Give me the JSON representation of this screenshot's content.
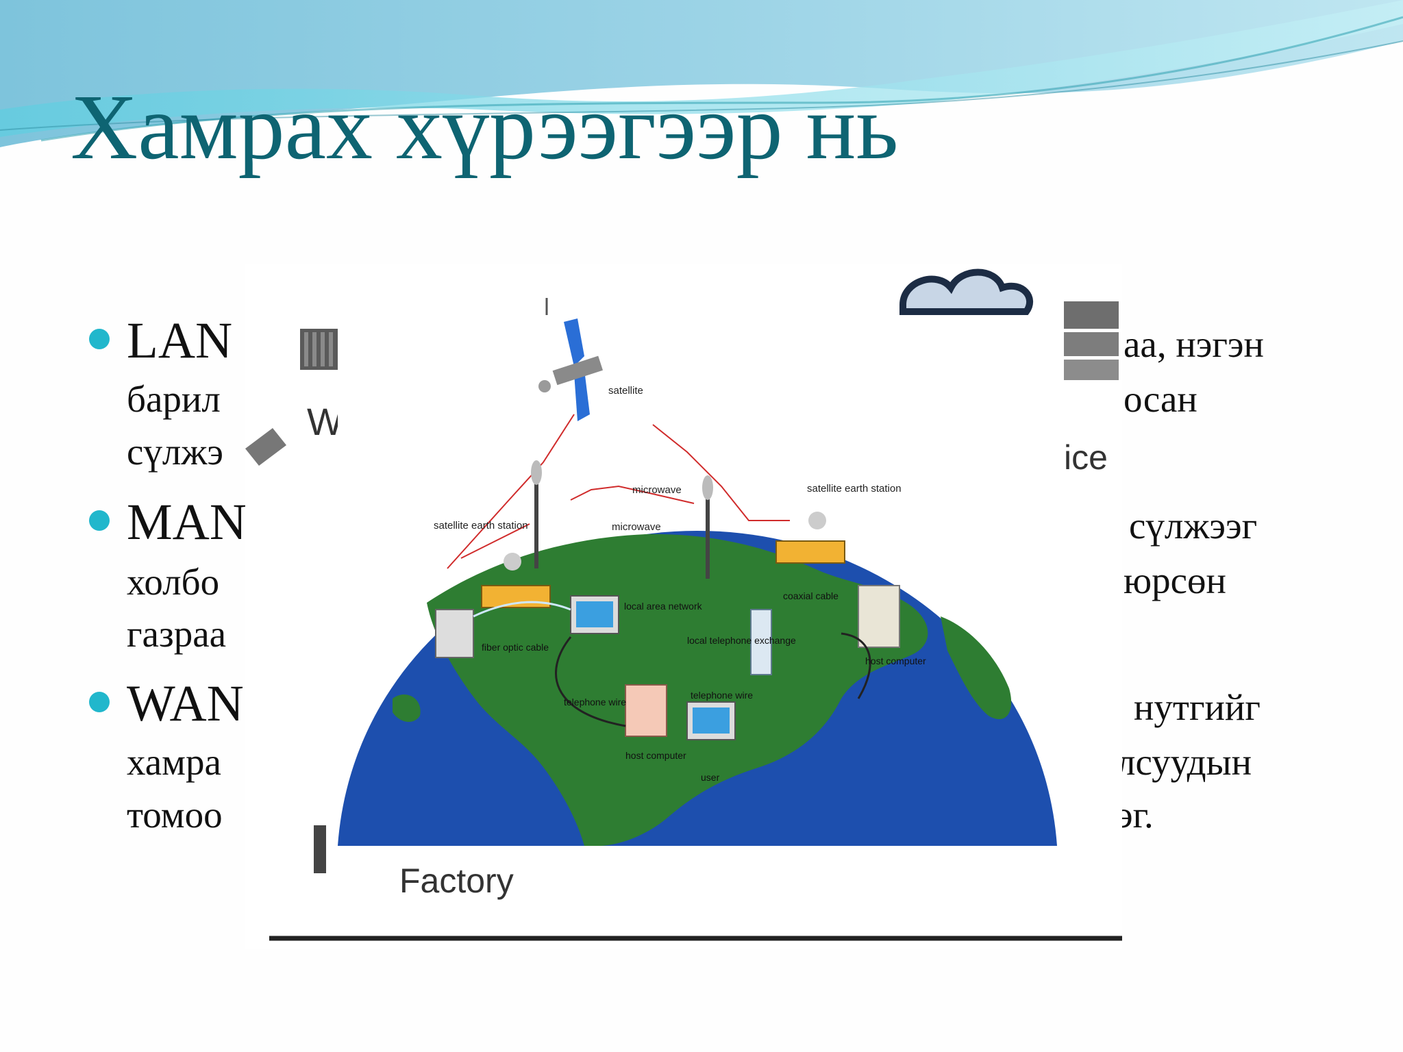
{
  "slide": {
    "title": "Хамрах хүрээгээр нь",
    "bullets": [
      {
        "keyword": "LAN",
        "lines": [
          "барил",
          "сүлжэ"
        ],
        "right_lines": [
          "аа, нэгэн",
          "осан"
        ]
      },
      {
        "keyword": "MAN",
        "lines": [
          "холбо",
          "газраа"
        ],
        "right_lines": [
          "сүлжээг",
          "юрсөн"
        ]
      },
      {
        "keyword": "WAN",
        "lines": [
          "хамра",
          "томоо"
        ],
        "right_lines": [
          "нутгийг",
          "лсуудын",
          "эг."
        ]
      }
    ]
  },
  "back_figure": {
    "labels": {
      "w": "W",
      "ice": "ice",
      "factory": "Factory"
    }
  },
  "front_figure": {
    "labels": {
      "satellite": "satellite",
      "microwave_top": "microwave",
      "microwave_left": "microwave",
      "sat_earth_left": "satellite earth station",
      "sat_earth_right": "satellite earth station",
      "lan": "local area network",
      "coaxial": "coaxial cable",
      "fiber": "fiber optic cable",
      "tel_exchange": "local telephone exchange",
      "tel_wire_left": "telephone wire",
      "tel_wire_right": "telephone wire",
      "host_left": "host computer",
      "host_right": "host computer",
      "user": "user"
    }
  },
  "colors": {
    "title": "#0e6472",
    "bullet_dot": "#21b7cc",
    "ocean": "#1d4fae",
    "land": "#2e7d32"
  },
  "icons": [
    "satellite-icon",
    "dish-icon",
    "tower-icon",
    "computer-icon",
    "building-icon",
    "cloud-icon"
  ]
}
